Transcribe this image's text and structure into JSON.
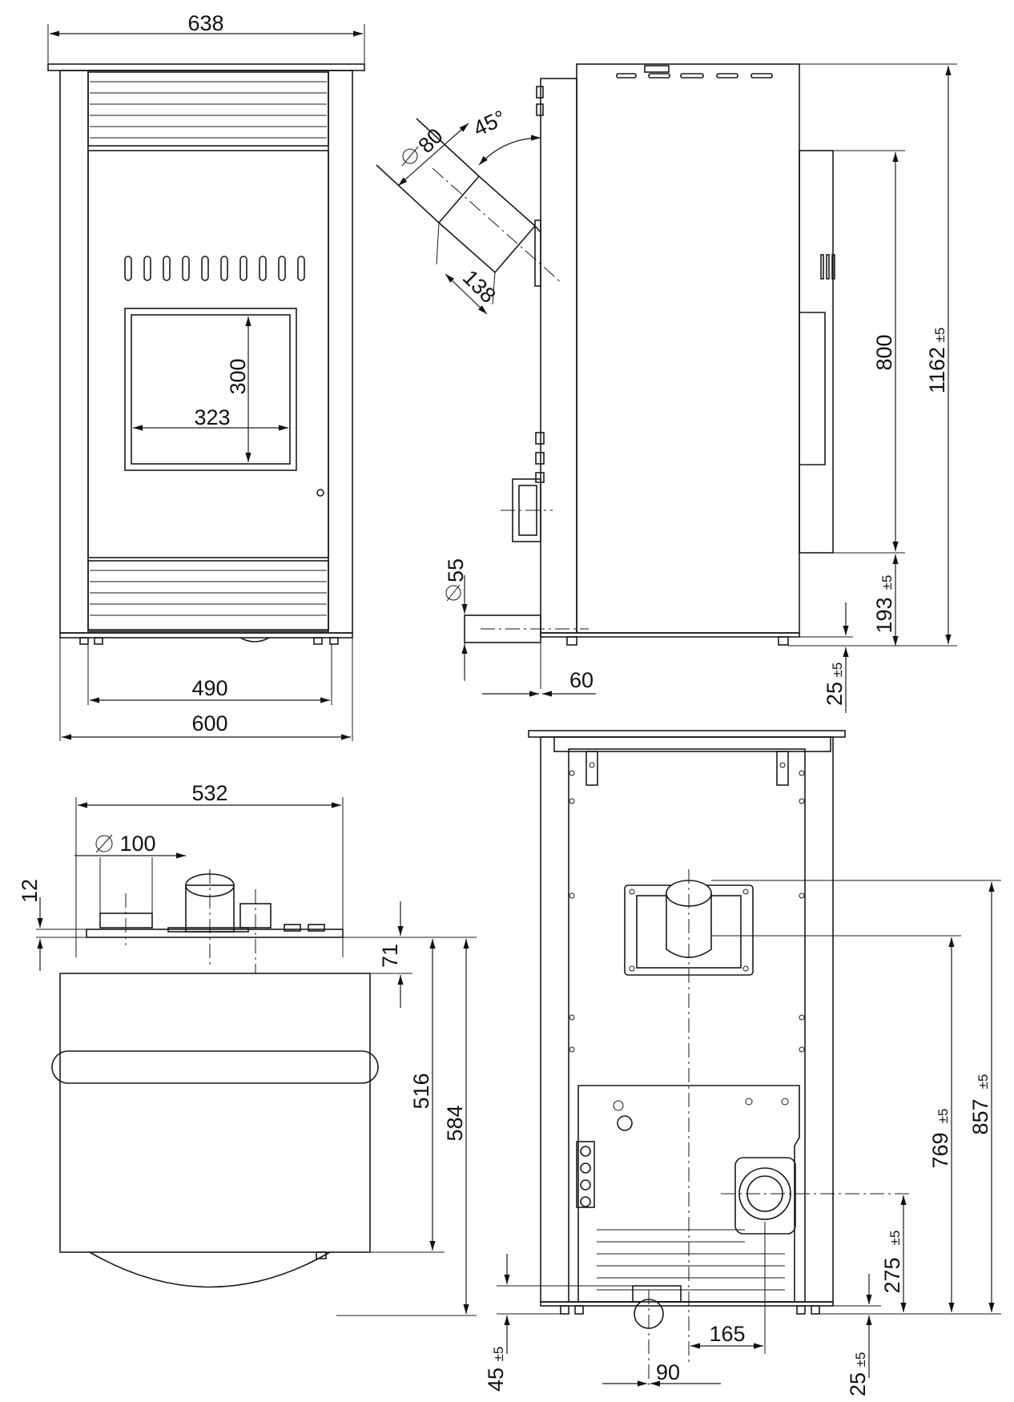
{
  "dimensions": {
    "front_top_width": "638",
    "front_width": "600",
    "front_feet_width": "490",
    "window_width": "323",
    "window_height": "300",
    "flue_diameter": "80",
    "flue_angle": "45°",
    "flue_length": "138",
    "total_height": "1162",
    "total_height_tol": "±5",
    "side_panel_height": "800",
    "side_bottom_height": "193",
    "side_bottom_tol": "±5",
    "air_inlet_diameter": "55",
    "air_inlet_offset": "60",
    "side_foot_height": "25",
    "side_foot_tol": "±5",
    "top_width": "532",
    "top_flue_diameter": "100",
    "top_offset_12": "12",
    "top_offset_71": "71",
    "top_depth_516": "516",
    "top_depth_584": "584",
    "rear_flue_height": "857",
    "rear_flue_tol": "±5",
    "rear_outlet_height": "769",
    "rear_outlet_tol": "±5",
    "rear_air_height": "275",
    "rear_air_tol": "±5",
    "rear_foot_height": "25",
    "rear_foot_tol": "±5",
    "rear_left_offset": "45",
    "rear_left_tol": "±5",
    "rear_offset_90": "90",
    "rear_offset_165": "165"
  }
}
